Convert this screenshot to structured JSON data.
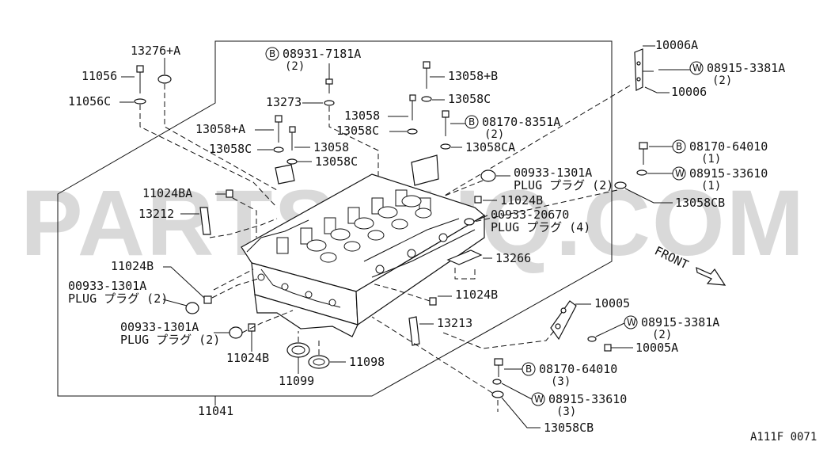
{
  "watermark": "PARTSOUQ.COM",
  "diagram_code": "A111F 0071",
  "front_label": "FRONT",
  "assembly_label": "11041",
  "labels": {
    "p13276A": "13276+A",
    "p11056": "11056",
    "p11056C": "11056C",
    "b08931": "08931-7181A",
    "q2a": "(2)",
    "p13273": "13273",
    "p13058A": "13058+A",
    "p13058Ca": "13058C",
    "p13058a": "13058",
    "p13058Cb": "13058C",
    "p13058B": "13058+B",
    "p13058Cc": "13058C",
    "p13058b": "13058",
    "p13058Cd": "13058C",
    "b08170_8351": "08170-8351A",
    "q2b": "(2)",
    "p13058CA": "13058CA",
    "p10006A": "10006A",
    "w08915_3381A_top": "08915-3381A",
    "q2c": "(2)",
    "p10006": "10006",
    "b08170_64010_top": "08170-64010",
    "q1a": "(1)",
    "w08915_33610_top": "08915-33610",
    "q1b": "(1)",
    "p13058CB_top": "13058CB",
    "p00933_1301A_r": "00933-1301A",
    "plug_r": "PLUG プラグ (2)",
    "p11024BA": "11024BA",
    "p13212": "13212",
    "p11024B_r": "11024B",
    "p00933_20670": "00933-20670",
    "plug_r2": "PLUG プラグ (4)",
    "p13266": "13266",
    "p11024B_l": "11024B",
    "p00933_1301A_l1": "00933-1301A",
    "plug_l1": "PLUG プラグ (2)",
    "p11024B_m": "11024B",
    "p00933_1301A_l2": "00933-1301A",
    "plug_l2": "PLUG プラグ (2)",
    "p13213": "13213",
    "p11024B_b": "11024B",
    "p11098": "11098",
    "p11099": "11099",
    "p10005": "10005",
    "w08915_3381A_bot": "08915-3381A",
    "q2d": "(2)",
    "p10005A": "10005A",
    "b08170_64010_bot": "08170-64010",
    "q3a": "(3)",
    "w08915_33610_bot": "08915-33610",
    "q3b": "(3)",
    "p13058CB_bot": "13058CB"
  },
  "symbols": {
    "bolt": "B",
    "washer": "W"
  }
}
